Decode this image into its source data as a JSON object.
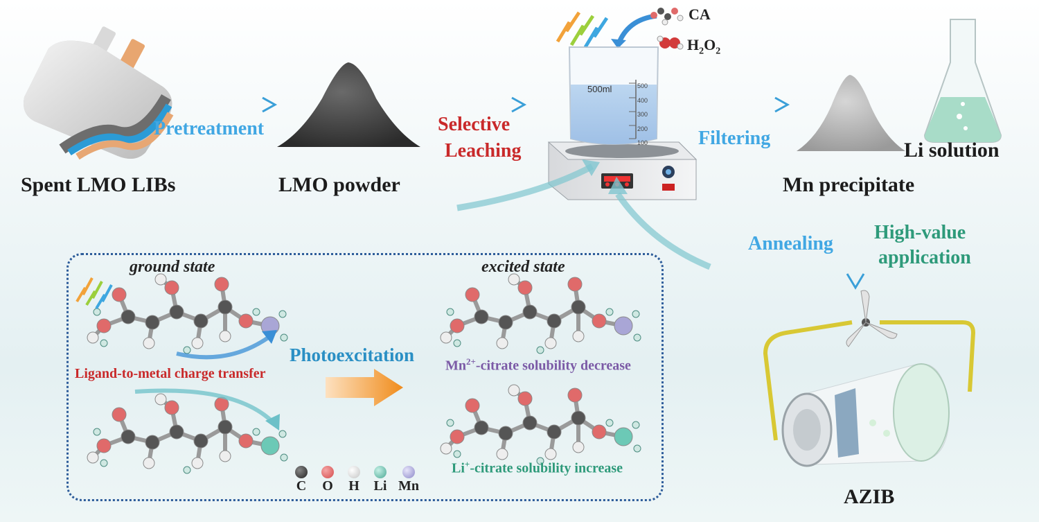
{
  "stages": {
    "spent_battery": "Spent LMO LIBs",
    "lmo_powder": "LMO powder",
    "mn_precipitate": "Mn precipitate",
    "li_solution": "Li solution",
    "azib": "AZIB"
  },
  "steps": {
    "pretreatment": "Pretreatment",
    "selective_leaching_line1": "Selective",
    "selective_leaching_line2": "Leaching",
    "filtering": "Filtering",
    "annealing": "Annealing",
    "high_value_line1": "High-value",
    "high_value_line2": "application"
  },
  "reagents": {
    "ca": "CA",
    "h2o2_main": "H",
    "h2o2_sub1": "2",
    "h2o2_mid": "O",
    "h2o2_sub2": "2"
  },
  "beaker": {
    "volume_label": "500ml",
    "ticks": [
      "500",
      "400",
      "300",
      "200",
      "100"
    ]
  },
  "mechanism": {
    "ground_state": "ground state",
    "excited_state": "excited state",
    "lmct": "Ligand-to-metal charge transfer",
    "photoexcitation": "Photoexcitation",
    "mn_prefix": "Mn",
    "mn_sup": "2+",
    "mn_suffix": "-citrate solubility decrease",
    "li_prefix": "Li",
    "li_sup": "+",
    "li_suffix": "-citrate solubility increase"
  },
  "legend": [
    {
      "symbol": "C",
      "color": "#333333"
    },
    {
      "symbol": "O",
      "color": "#e06a6a"
    },
    {
      "symbol": "H",
      "color": "#f2f2f2"
    },
    {
      "symbol": "Li",
      "color": "#6cc9b6"
    },
    {
      "symbol": "Mn",
      "color": "#a9a6d6"
    }
  ],
  "colors": {
    "step_blue": "#41a7e3",
    "leaching_red": "#c9292a",
    "application_green": "#2e9a7a",
    "mn_purple": "#7b5aa6",
    "panel_border": "#2d5c9a"
  }
}
